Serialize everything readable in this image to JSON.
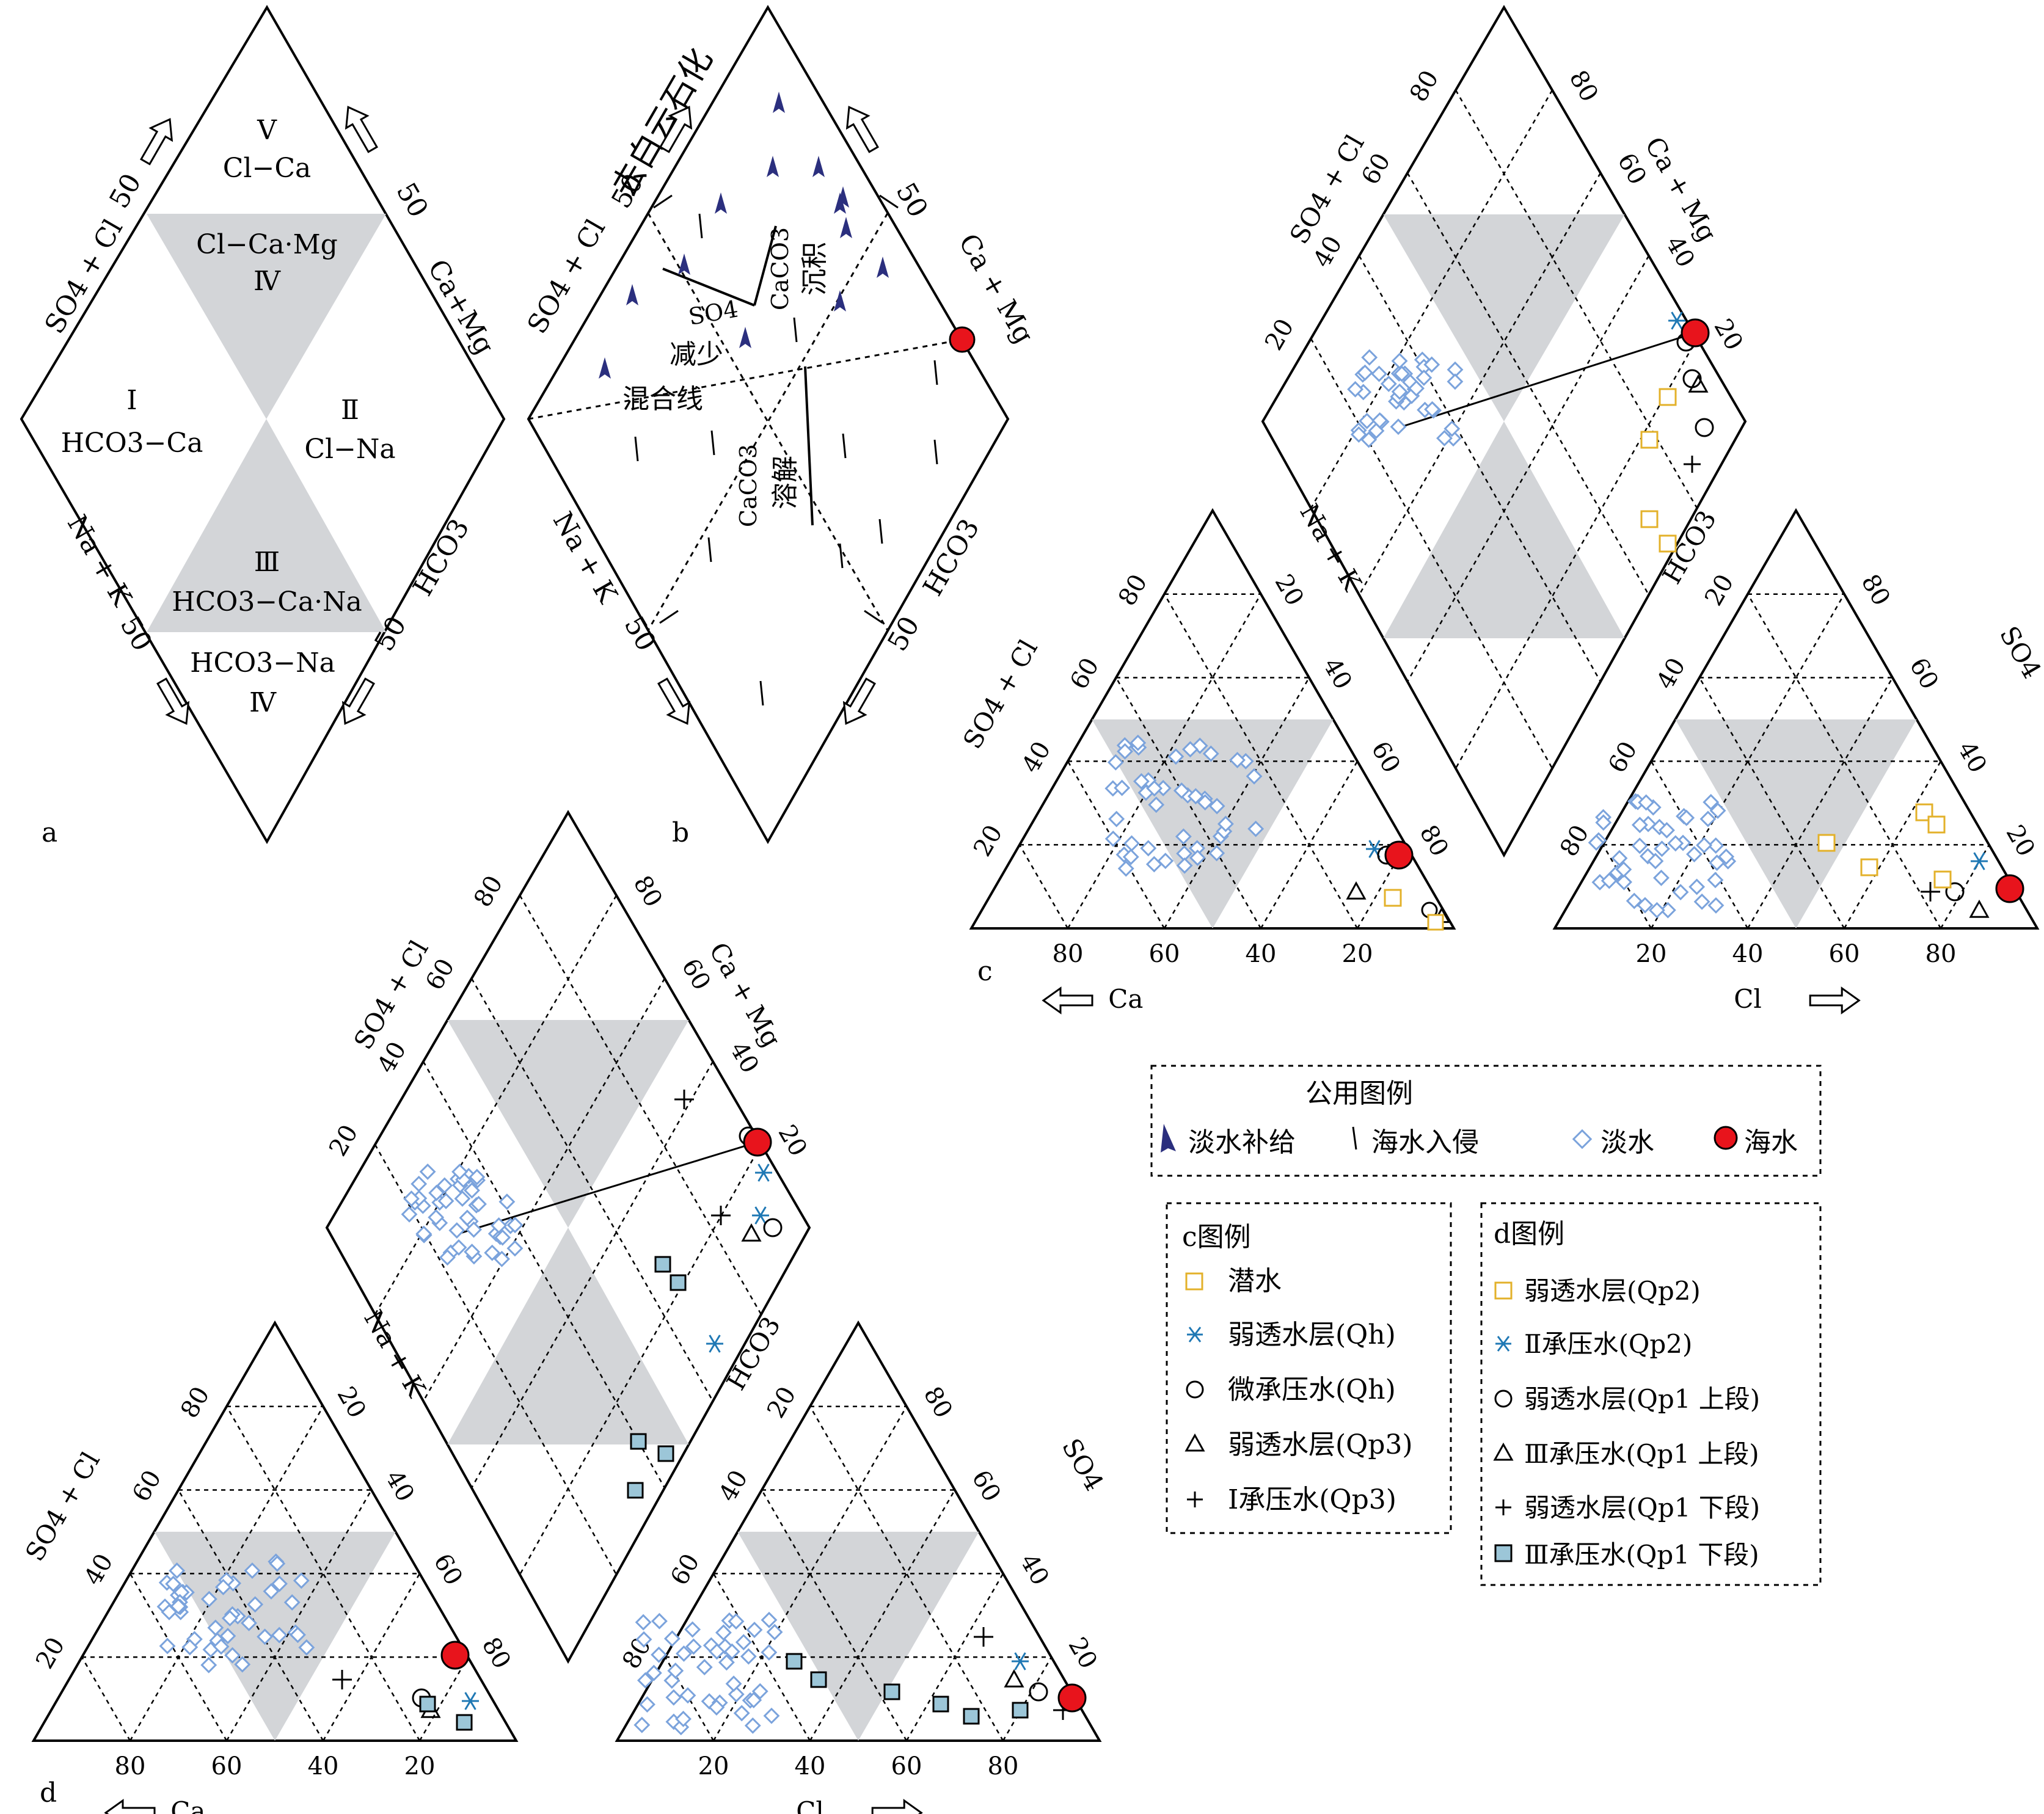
{
  "colors": {
    "fresh_water": "#7ba3dc",
    "seawater": "#e8141c",
    "recharge_arrow": "#2b2f7e",
    "yellow_square": "#e3b12a",
    "blue_star": "#1f78b4",
    "filled_square": "#9cc6d8",
    "shade": "#d3d5d8"
  },
  "panels": {
    "a": "a",
    "b": "b",
    "c": "c",
    "d": "d"
  },
  "panel_a": {
    "zones": {
      "v_roman": "Ⅴ",
      "v": "Cl−Ca",
      "iv_top": "Cl−Ca·Mg",
      "iv_top_roman": "Ⅳ",
      "i_roman": "Ⅰ",
      "i": "HCO3−Ca",
      "ii_roman": "Ⅱ",
      "ii": "Cl−Na",
      "iii_roman": "Ⅲ",
      "iii": "HCO3−Ca·Na",
      "iv_bottom": "HCO3−Na",
      "iv_bottom_roman": "Ⅳ"
    },
    "axes": {
      "so4cl": "SO4 + Cl",
      "so4cl_50": "50",
      "camg": "Ca+Mg",
      "camg_50": "50",
      "nak": "Na + K",
      "nak_50": "50",
      "hco3": "HCO3",
      "hco3_50": "50"
    }
  },
  "panel_b": {
    "labels": {
      "dedolomitization": "去白云石化",
      "so4_decrease": "减少",
      "so4": "SO4",
      "caco3_precip_a": "CaCO3",
      "caco3_precip_b": "沉积",
      "mixing_line": "混合线",
      "caco3_dissolve_a": "CaCO3",
      "caco3_dissolve_b": "溶解"
    },
    "axes": {
      "so4cl": "SO4 + Cl",
      "so4cl_50": "50",
      "camg": "Ca + Mg",
      "camg_50": "50",
      "nak": "Na + K",
      "nak_50": "50",
      "hco3": "HCO3",
      "hco3_50": "50"
    }
  },
  "axes_labels": {
    "so4cl": "SO4 + Cl",
    "camg": "Ca + Mg",
    "nak": "Na + K",
    "hco3": "HCO3",
    "so4": "SO4",
    "ca": "Ca",
    "cl": "Cl"
  },
  "ticks": {
    "t20": "20",
    "t40": "40",
    "t60": "60",
    "t80": "80"
  },
  "common_legend": {
    "title": "公用图例",
    "recharge": "淡水补给",
    "intrusion": "海水入侵",
    "fresh": "淡水",
    "sea": "海水"
  },
  "c_legend": {
    "title": "c图例",
    "items": [
      "潜水",
      "弱透水层(Qh)",
      "微承压水(Qh)",
      "弱透水层(Qp3)",
      "Ⅰ承压水(Qp3)"
    ]
  },
  "d_legend": {
    "title": "d图例",
    "items": [
      "弱透水层(Qp2)",
      "Ⅱ承压水(Qp2)",
      "弱透水层(Qp1 上段)",
      "Ⅲ承压水(Qp1 上段)",
      "弱透水层(Qp1 下段)",
      "Ⅲ承压水(Qp1 下段)"
    ]
  }
}
